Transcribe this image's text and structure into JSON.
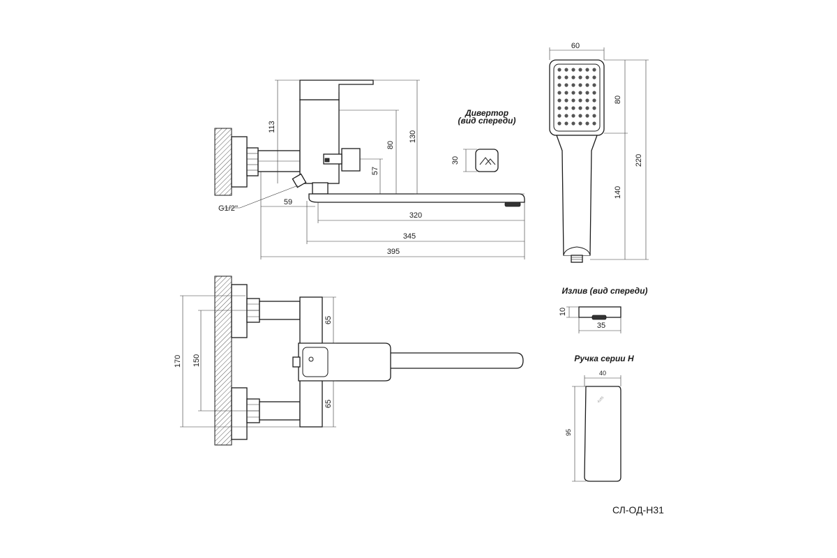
{
  "drawing": {
    "code": "СЛ-ОД-Н31",
    "thread_label": "G1/2''",
    "captions": {
      "diverter": [
        "Дивертор",
        "(вид спереди)"
      ],
      "spout": "Излив (вид спереди)",
      "handle": "Ручка серии Н"
    },
    "handle_marking": "4x85",
    "side_view_dims": {
      "d113": "113",
      "d130": "130",
      "d80": "80",
      "d57": "57",
      "d59": "59",
      "d320": "320",
      "d345": "345",
      "d395": "395"
    },
    "diverter_dims": {
      "d30": "30"
    },
    "shower_dims": {
      "d60": "60",
      "d80": "80",
      "d140": "140",
      "d220": "220"
    },
    "top_view_dims": {
      "d170": "170",
      "d150": "150",
      "d65_top": "65",
      "d65_bottom": "65"
    },
    "spout_dims": {
      "d10": "10",
      "d35": "35"
    },
    "handle_dims": {
      "d40": "40",
      "d95": "95"
    }
  }
}
